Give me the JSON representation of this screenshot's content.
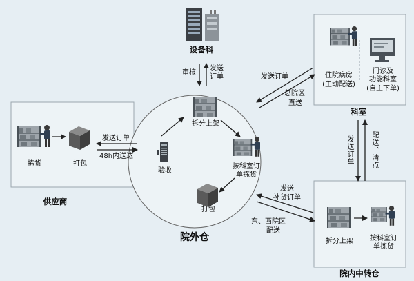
{
  "title": "院外仓",
  "nodes": {
    "equipment_dept": "设备科",
    "supplier": "供应商",
    "department": "科室",
    "transfer_warehouse": "院内中转仓",
    "inpatient_ward": "住院病房",
    "inpatient_ward_note": "(主动配送)",
    "outpatient": "门诊及",
    "outpatient_line2": "功能科室",
    "outpatient_note": "(自主下单)"
  },
  "steps": {
    "pick_goods": "拣货",
    "pack_supplier": "打包",
    "receive": "验收",
    "unpack_shelve": "拆分上架",
    "dept_order_pick": "按科室订",
    "dept_order_pick_2": "单拣货",
    "pack_warehouse": "打包",
    "transfer_unpack": "拆分上架",
    "transfer_dept_pick": "按科室订",
    "transfer_dept_pick_2": "单拣货"
  },
  "arrows": {
    "review": "审核",
    "send_order_1": "发送",
    "send_order_1b": "订单",
    "send_order_supplier": "发送订单",
    "deliver_48h": "48h内送达",
    "send_order_ward": "发送订单",
    "main_campus": "总院区",
    "direct_delivery": "直送",
    "send_order_vertical": "发送订单",
    "deliver_count": "配送、清点",
    "send_replenish": "发送",
    "send_replenish_2": "补货订单",
    "east_west": "东、西院区",
    "east_west_2": "配送"
  },
  "colors": {
    "background": "#e6eef3",
    "box_fill": "#edf3f6",
    "box_stroke": "#9aa6ad",
    "arrow": "#222222"
  },
  "icons": [
    "server-rack-icon",
    "shelf-worker-icon",
    "box-icon",
    "scanner-icon",
    "cart-icon",
    "monitor-icon"
  ]
}
